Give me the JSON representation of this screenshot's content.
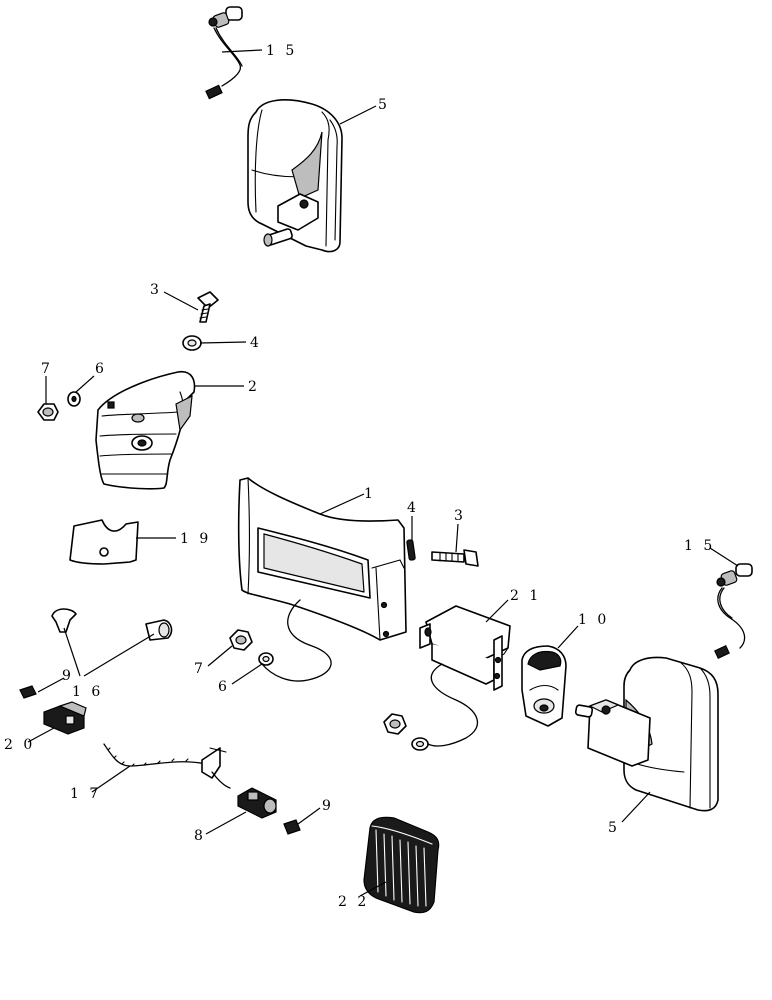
{
  "callouts": [
    {
      "id": "c15a",
      "text": "1 5"
    },
    {
      "id": "c5a",
      "text": "5"
    },
    {
      "id": "c3a",
      "text": "3"
    },
    {
      "id": "c4a",
      "text": "4"
    },
    {
      "id": "c7a",
      "text": "7"
    },
    {
      "id": "c6a",
      "text": "6"
    },
    {
      "id": "c2",
      "text": "2"
    },
    {
      "id": "c1",
      "text": "1"
    },
    {
      "id": "c4b",
      "text": "4"
    },
    {
      "id": "c3b",
      "text": "3"
    },
    {
      "id": "c19",
      "text": "1 9"
    },
    {
      "id": "c15b",
      "text": "1 5"
    },
    {
      "id": "c21",
      "text": "2 1"
    },
    {
      "id": "c10",
      "text": "1 0"
    },
    {
      "id": "c7b",
      "text": "7"
    },
    {
      "id": "c6b",
      "text": "6"
    },
    {
      "id": "c9a",
      "text": "9"
    },
    {
      "id": "c16",
      "text": "1 6"
    },
    {
      "id": "c20",
      "text": "2 0"
    },
    {
      "id": "c17",
      "text": "1 7"
    },
    {
      "id": "c8",
      "text": "8"
    },
    {
      "id": "c9b",
      "text": "9"
    },
    {
      "id": "c5b",
      "text": "5"
    },
    {
      "id": "c22",
      "text": "2 2"
    }
  ]
}
